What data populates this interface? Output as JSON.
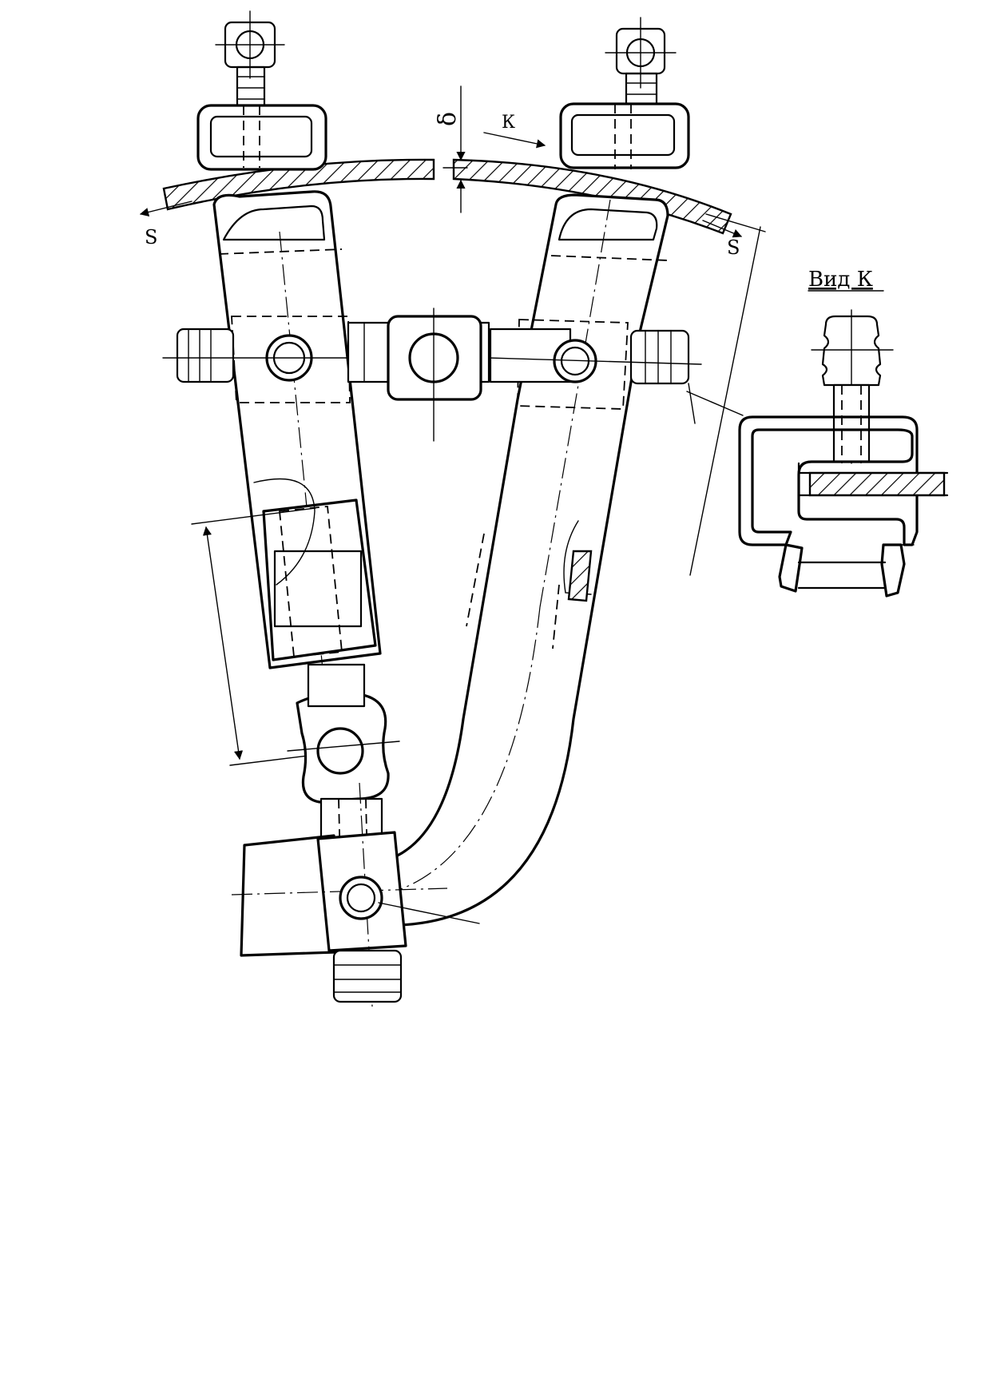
{
  "labels": {
    "s_left": "S",
    "s_right": "S",
    "delta": "δ",
    "k_arrow": "К",
    "view_k": "Вид К"
  }
}
